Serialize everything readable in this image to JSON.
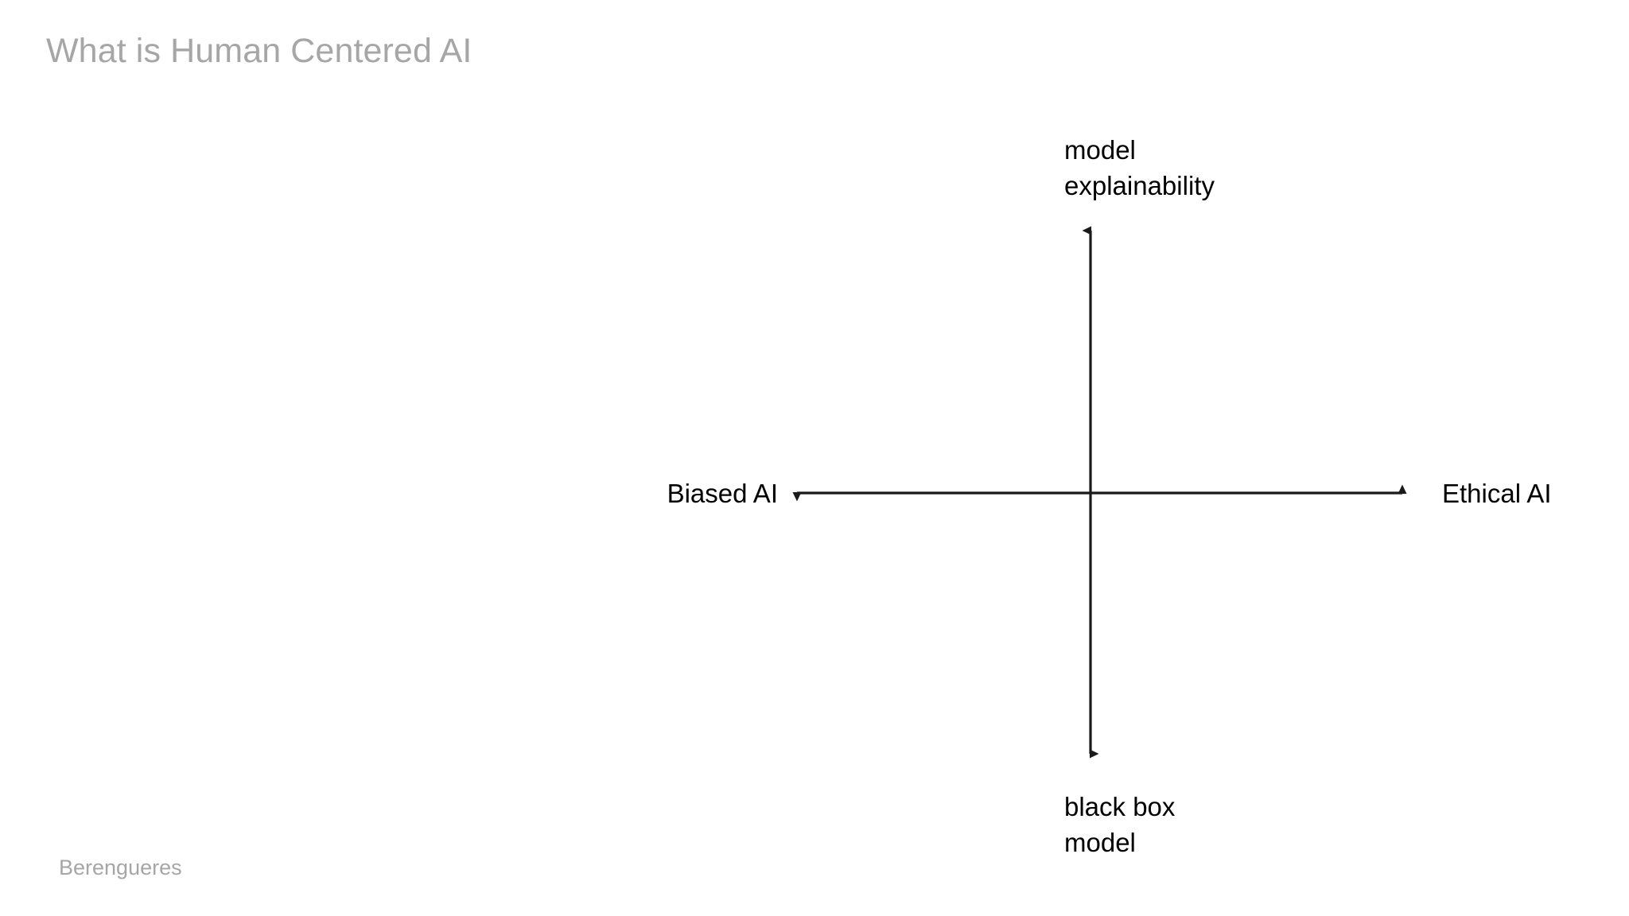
{
  "slide": {
    "title": "What is Human Centered AI",
    "footer": "Berengueres",
    "background_color": "#FFFFFF",
    "title_color": "#A6A6A6",
    "footer_color": "#A6A6A6"
  },
  "chart_data": {
    "type": "scatter",
    "title": "What is Human Centered AI",
    "subtype": "quadrant-axes-diagram",
    "description": "Two-dimensional axis cross with double-headed arrows and four pole labels; no data points plotted.",
    "axis_color": "#000000",
    "label_color": "#000000",
    "grid": false,
    "legend": null,
    "categories": [],
    "values": [],
    "series": [],
    "annotations": [],
    "axes": [
      {
        "name": "vertical-axis",
        "orientation": "vertical",
        "double_headed": true,
        "positive_pole": "model\nexplainability",
        "negative_pole": "black box\nmodel",
        "origin_x": 1371,
        "start_y": 288,
        "end_y": 950
      },
      {
        "name": "horizontal-axis",
        "orientation": "horizontal",
        "double_headed": true,
        "positive_pole": "Ethical AI",
        "negative_pole": "Biased AI",
        "origin_y": 620,
        "start_x": 1000,
        "end_x": 1765
      }
    ],
    "labels": {
      "top": "model\nexplainability",
      "bottom": "black box\nmodel",
      "left": "Biased AI",
      "right": "Ethical AI"
    },
    "xlabel": "",
    "ylabel": "",
    "xlim": null,
    "ylim": null
  }
}
